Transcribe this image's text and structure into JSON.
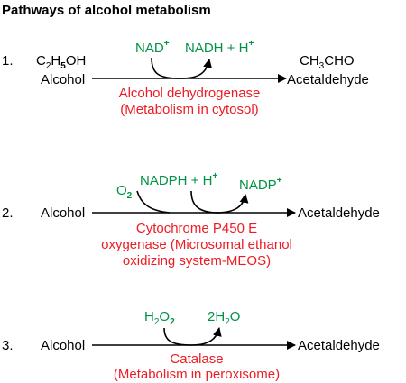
{
  "title": "Pathways of alcohol metabolism",
  "colors": {
    "cofactor": "#009245",
    "enzyme": "#ed1c24",
    "line": "#000000"
  },
  "pathways": [
    {
      "number": "1.",
      "substrate_formula": {
        "c": "C",
        "c_sub": "2",
        "h": "H",
        "h_sub": "5",
        "oh": "OH"
      },
      "substrate": "Alcohol",
      "product_formula": {
        "ch3": "CH",
        "ch3_sub": "3",
        "cho": "CHO"
      },
      "product": "Acetaldehyde",
      "cofactor_in": {
        "text": "NAD",
        "sup": "+"
      },
      "cofactor_out": {
        "text": "NADH + H",
        "sup": "+"
      },
      "enzyme_lines": [
        "Alcohol dehydrogenase",
        "(Metabolism in cytosol)"
      ]
    },
    {
      "number": "2.",
      "substrate": "Alcohol",
      "product": "Acetaldehyde",
      "oxygen": {
        "text": "O",
        "sub": "2"
      },
      "cofactor_in": {
        "text": "NADPH + H",
        "sup": "+"
      },
      "cofactor_out": {
        "text": "NADP",
        "sup": "+"
      },
      "enzyme_lines": [
        "Cytochrome P450 E",
        "oxygenase (Microsomal ethanol",
        "oxidizing system-MEOS)"
      ]
    },
    {
      "number": "3.",
      "substrate": "Alcohol",
      "product": "Acetaldehyde",
      "cofactor_in": {
        "h": "H",
        "sub1": "2",
        "o": "O",
        "sub2": "2"
      },
      "cofactor_out": {
        "pre": "2H",
        "sub": "2",
        "o": "O"
      },
      "enzyme_lines": [
        "Catalase",
        "(Metabolism in peroxisome)"
      ]
    }
  ]
}
